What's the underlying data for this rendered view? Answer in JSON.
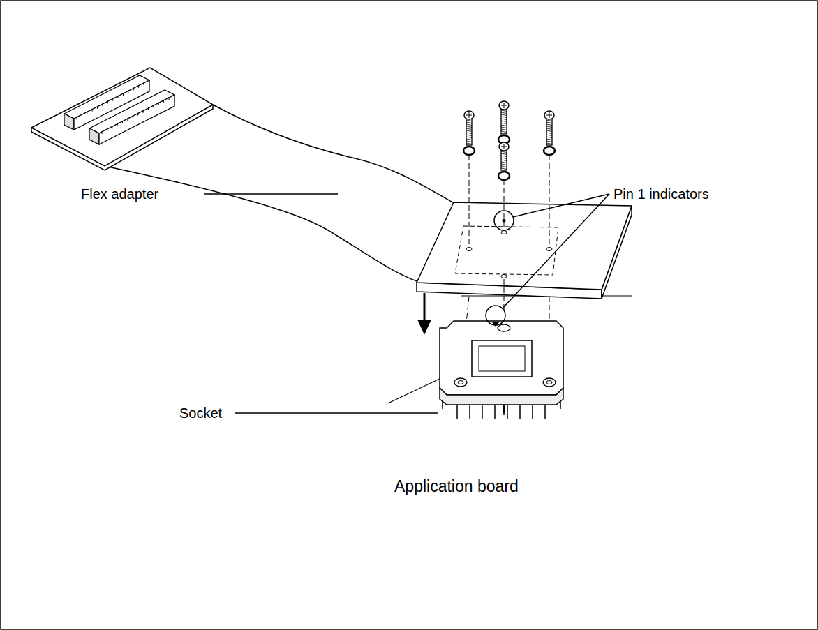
{
  "diagram": {
    "labels": [
      "Flex adapter",
      "Pin 1 indicators",
      "Socket",
      "Application board"
    ]
  }
}
